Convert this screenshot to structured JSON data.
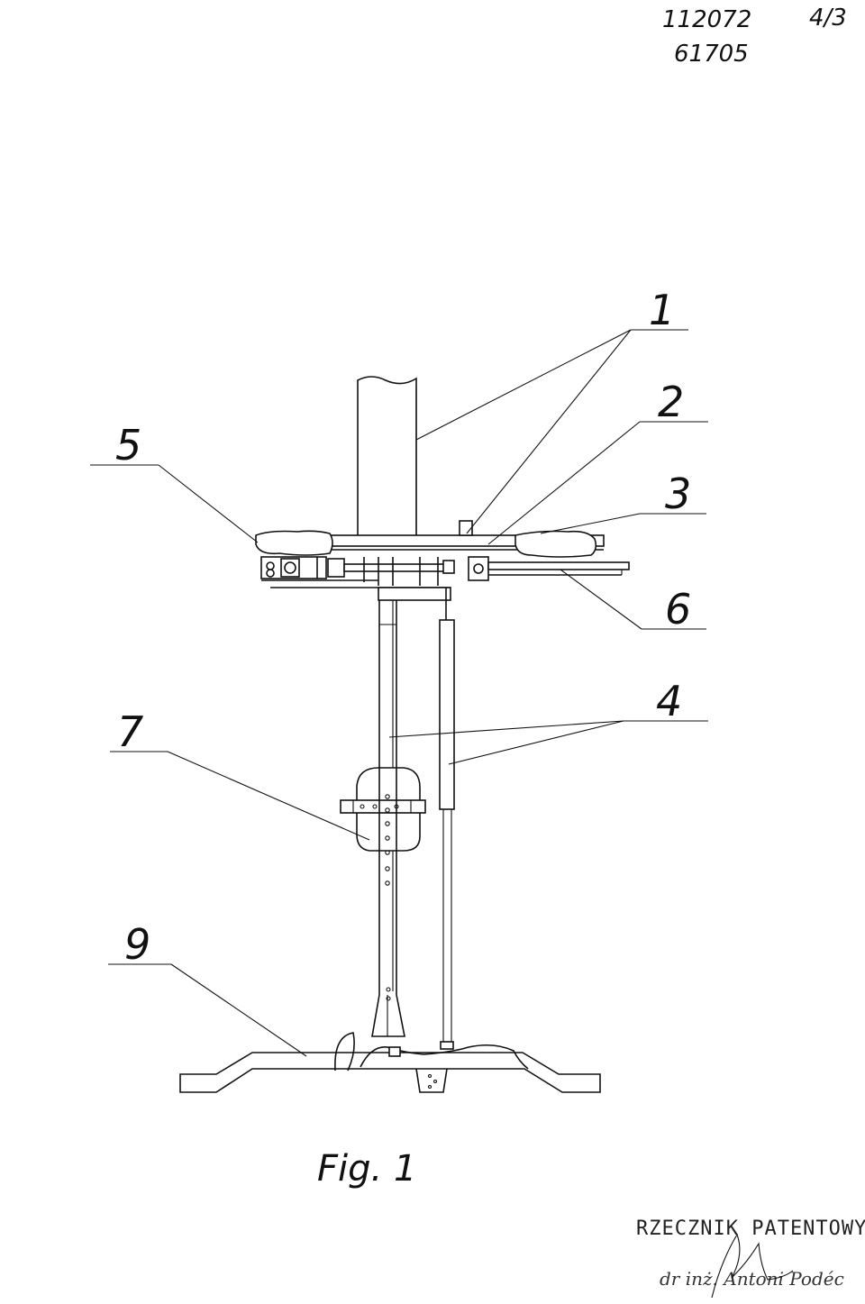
{
  "header": {
    "code_top": "112072",
    "code_bottom": "61705",
    "sheet": "4/3"
  },
  "callouts": {
    "c1": "1",
    "c2": "2",
    "c3": "3",
    "c4": "4",
    "c5": "5",
    "c6": "6",
    "c7": "7",
    "c9": "9"
  },
  "figure": {
    "caption": "Fig. 1"
  },
  "stamp": {
    "office": "RZECZNIK PATENTOWY",
    "name": "dr inż. Antoni Podéc"
  }
}
